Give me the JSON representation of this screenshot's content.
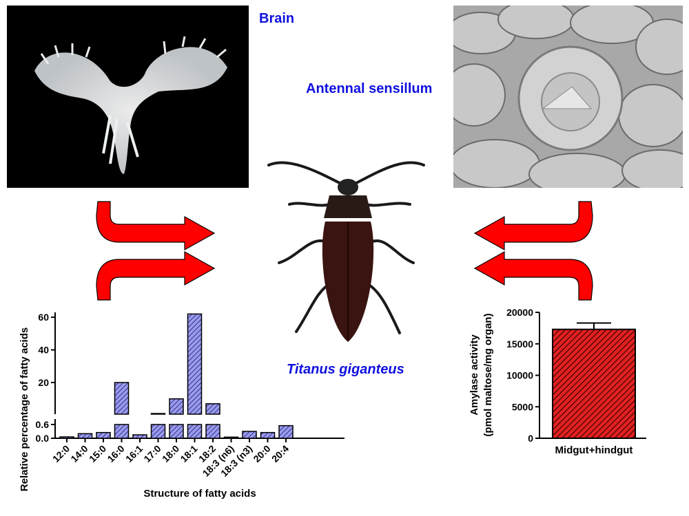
{
  "labels": {
    "brain": "Brain",
    "antennal": "Antennal sensillum",
    "species": "Titanus giganteus"
  },
  "colors": {
    "label_blue": "#1010e0",
    "arrow_red": "#ff0000",
    "fatty_bar": "#8a8ae6",
    "amylase_bar": "#d40000"
  },
  "chart_data": [
    {
      "type": "bar",
      "categories": [
        "12:0",
        "14:0",
        "15:0",
        "16:0",
        "16:1",
        "17:0",
        "18:0",
        "18:1",
        "18:2",
        "18:3 (n6)",
        "18:3 (n3)",
        "20:0",
        "20:4"
      ],
      "values": [
        0.06,
        0.2,
        0.25,
        20,
        0.15,
        1.0,
        10,
        62,
        7,
        0.05,
        0.3,
        0.25,
        0.55
      ],
      "ylabel": "Relative percentage of fatty acids",
      "xlabel": "Structure of fatty acids",
      "broken_axis": {
        "lower_range": [
          0,
          0.6
        ],
        "upper_range": [
          0.6,
          65
        ]
      },
      "lower_ticks": [
        "0.0",
        "0.6"
      ],
      "upper_ticks": [
        "20",
        "40",
        "60"
      ],
      "bar_pattern": "hatched"
    },
    {
      "type": "bar",
      "categories": [
        "Midgut+hindgut"
      ],
      "values": [
        17300
      ],
      "error": [
        1000
      ],
      "ylabel": "Amylase activity",
      "ylabel2": "(pmol maltose/mg organ)",
      "ylim": [
        0,
        20000
      ],
      "ticks": [
        "0",
        "5000",
        "10000",
        "15000",
        "20000"
      ],
      "bar_pattern": "hatched"
    }
  ]
}
